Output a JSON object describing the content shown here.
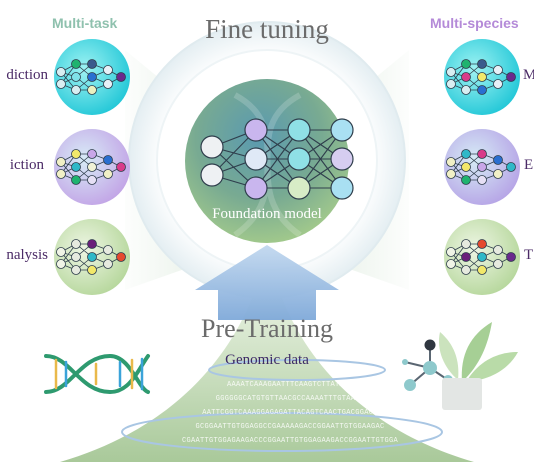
{
  "center": {
    "title": "Fine tuning",
    "foundation_label": "Foundation model",
    "pretraining_title": "Pre-Training",
    "genomic_label": "Genomic data"
  },
  "left": {
    "header": "Multi-task",
    "items": [
      {
        "label": "diction"
      },
      {
        "label": "iction"
      },
      {
        "label": "nalysis"
      }
    ]
  },
  "right": {
    "header": "Multi-species",
    "items": [
      {
        "label": "M"
      },
      {
        "label": "E"
      },
      {
        "label": "T"
      }
    ]
  },
  "dna_text": [
    "AAAATCAAAGAATTTCAAGTCTTATATA",
    "GGGGGGCATGTGTTAACGCCAAAATTTGTAAAT",
    "AATTCGGTCAAAGGAGAGATTACAGTCAACTGACGGACG",
    "GCGGAATTGTGGAGGCCGAAAAAGACCGGAATTGTGGAAGAC",
    "CGAATTGTGGAGAAGACCCGGAATTGTGGAGAAGACCGGAATTGTGGA"
  ],
  "colors": {
    "header_left": "#8fc1ae",
    "header_right": "#b48ad8",
    "task_text": "#4a2a66",
    "foundation_green": "#8fbb86",
    "arrow_blue": "#8eb7e0",
    "dna_green": "#2e9a6f",
    "plant_green": "#a6cf95"
  }
}
